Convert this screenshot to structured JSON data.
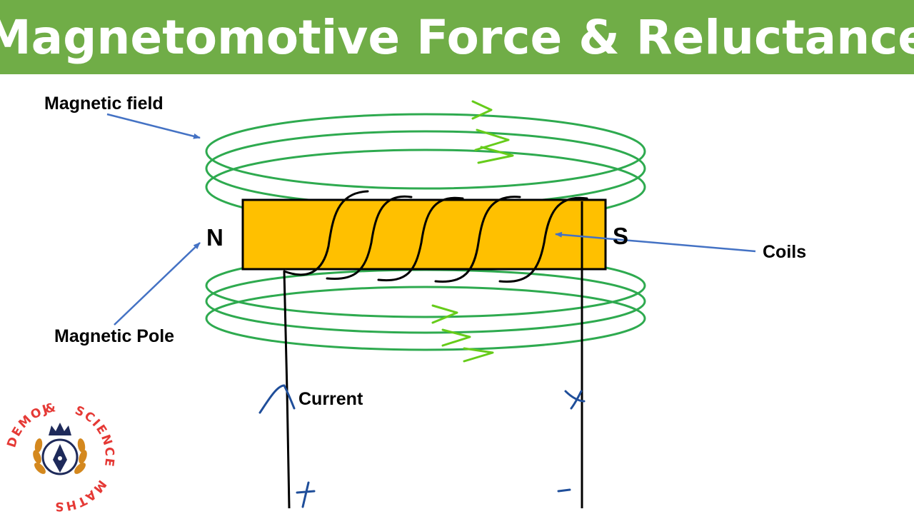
{
  "title": "Magnetomotive Force & Reluctance",
  "labels": {
    "magnetic_field": "Magnetic field",
    "coils": "Coils",
    "magnetic_pole": "Magnetic Pole",
    "current": "Current",
    "north": "N",
    "south": "S",
    "plus": "+",
    "minus": "-"
  },
  "logo": {
    "top_text": "DEMOJ",
    "right_text": "SCIENCE",
    "bottom_text": "MATHS",
    "amp": "&"
  },
  "colors": {
    "title_bar": "#70ad47",
    "field_lines": "#2eaa4f",
    "field_arrows": "#66cc1a",
    "magnet": "#ffc000",
    "pointer": "#4472c4",
    "handwriting": "#1f4e9a",
    "logo_red": "#e53935",
    "logo_navy": "#1e2a5a"
  }
}
